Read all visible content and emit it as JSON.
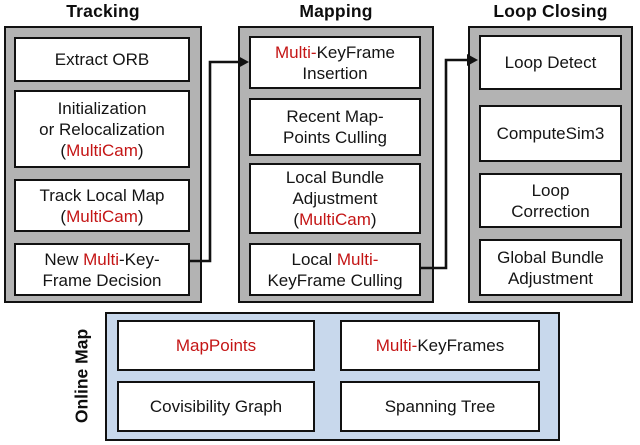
{
  "colors": {
    "red": "#c41515",
    "container_gray": "#b3b3b3",
    "online_map_blue": "#c8d8ec",
    "border": "#111111"
  },
  "columns": [
    {
      "title": "Tracking",
      "boxes": [
        {
          "name": "extract-orb",
          "segments": [
            {
              "t": "Extract ORB"
            }
          ]
        },
        {
          "name": "initialization-or-relocalization",
          "segments": [
            {
              "t": "Initialization"
            },
            {
              "br": true
            },
            {
              "t": "or Relocalization"
            },
            {
              "br": true
            },
            {
              "t": "("
            },
            {
              "t": "MultiCam",
              "red": true
            },
            {
              "t": ")"
            }
          ]
        },
        {
          "name": "track-local-map",
          "segments": [
            {
              "t": "Track Local Map"
            },
            {
              "br": true
            },
            {
              "t": "("
            },
            {
              "t": "MultiCam",
              "red": true
            },
            {
              "t": ")"
            }
          ]
        },
        {
          "name": "new-multi-keyframe-decision",
          "segments": [
            {
              "t": "New "
            },
            {
              "t": "Multi",
              "red": true
            },
            {
              "t": "-Key-"
            },
            {
              "br": true
            },
            {
              "t": "Frame Decision"
            }
          ]
        }
      ]
    },
    {
      "title": "Mapping",
      "boxes": [
        {
          "name": "multi-keyframe-insertion",
          "segments": [
            {
              "t": "Multi-",
              "red": true
            },
            {
              "t": "KeyFrame"
            },
            {
              "br": true
            },
            {
              "t": "Insertion"
            }
          ]
        },
        {
          "name": "recent-mappoints-culling",
          "segments": [
            {
              "t": "Recent Map-"
            },
            {
              "br": true
            },
            {
              "t": "Points Culling"
            }
          ]
        },
        {
          "name": "local-bundle-adjustment",
          "segments": [
            {
              "t": "Local Bundle"
            },
            {
              "br": true
            },
            {
              "t": "Adjustment"
            },
            {
              "br": true
            },
            {
              "t": "("
            },
            {
              "t": "MultiCam",
              "red": true
            },
            {
              "t": ")"
            }
          ]
        },
        {
          "name": "local-multi-keyframe-culling",
          "segments": [
            {
              "t": "Local "
            },
            {
              "t": "Multi-",
              "red": true
            },
            {
              "br": true
            },
            {
              "t": "KeyFrame Culling"
            }
          ]
        }
      ]
    },
    {
      "title": "Loop Closing",
      "boxes": [
        {
          "name": "loop-detect",
          "segments": [
            {
              "t": "Loop Detect"
            }
          ]
        },
        {
          "name": "compute-sim3",
          "segments": [
            {
              "t": "ComputeSim3"
            }
          ]
        },
        {
          "name": "loop-correction",
          "segments": [
            {
              "t": "Loop"
            },
            {
              "br": true
            },
            {
              "t": "Correction"
            }
          ]
        },
        {
          "name": "global-bundle-adjustment",
          "segments": [
            {
              "t": "Global Bundle"
            },
            {
              "br": true
            },
            {
              "t": "Adjustment"
            }
          ]
        }
      ]
    }
  ],
  "online_map": {
    "title": "Online Map",
    "boxes": [
      {
        "name": "mappoints",
        "segments": [
          {
            "t": "MapPoints",
            "red": true
          }
        ]
      },
      {
        "name": "multi-keyframes",
        "segments": [
          {
            "t": "Multi-",
            "red": true
          },
          {
            "t": "KeyFrames"
          }
        ]
      },
      {
        "name": "covisibility-graph",
        "segments": [
          {
            "t": "Covisibility Graph"
          }
        ]
      },
      {
        "name": "spanning-tree",
        "segments": [
          {
            "t": "Spanning Tree"
          }
        ]
      }
    ]
  }
}
